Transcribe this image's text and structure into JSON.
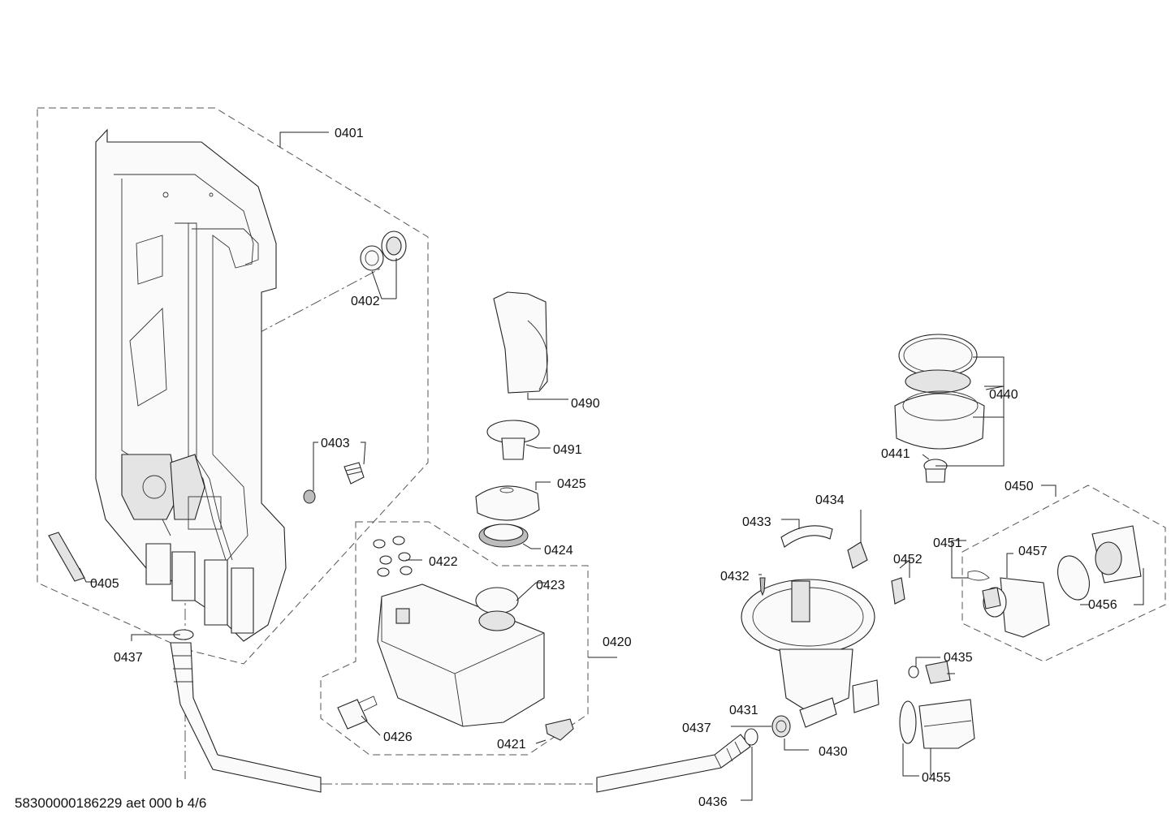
{
  "labels": {
    "p0401": "0401",
    "p0402": "0402",
    "p0403": "0403",
    "p0405": "0405",
    "p0437a": "0437",
    "p0490": "0490",
    "p0491": "0491",
    "p0425": "0425",
    "p0424": "0424",
    "p0422": "0422",
    "p0423": "0423",
    "p0420": "0420",
    "p0426": "0426",
    "p0421": "0421",
    "p0440": "0440",
    "p0441": "0441",
    "p0450": "0450",
    "p0434": "0434",
    "p0433": "0433",
    "p0432": "0432",
    "p0452": "0452",
    "p0451": "0451",
    "p0457": "0457",
    "p0456": "0456",
    "p0435": "0435",
    "p0431": "0431",
    "p0437b": "0437",
    "p0430": "0430",
    "p0455": "0455",
    "p0436": "0436"
  },
  "footer": "58300000186229 aet 000 b 4/6"
}
